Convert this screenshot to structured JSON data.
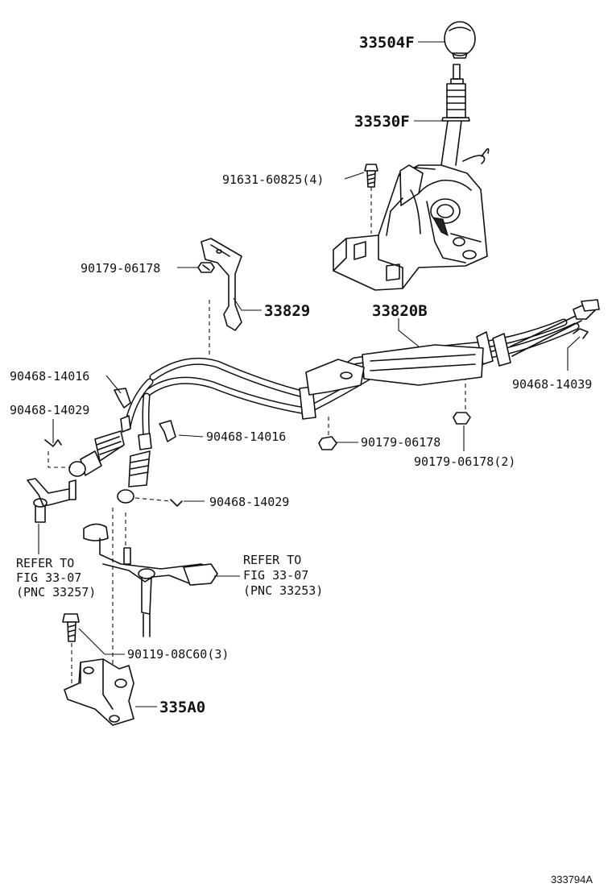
{
  "diagram_id": "333794A",
  "labels": {
    "knob": "33504F",
    "shift_lever": "33530F",
    "bolt_upper": "91631-60825(4)",
    "nut_bracket": "90179-06178",
    "bracket": "33829",
    "cable_assembly": "33820B",
    "clip_left_a": "90468-14016",
    "pin_left_a": "90468-14029",
    "clip_mid": "90468-14016",
    "pin_mid": "90468-14029",
    "pin_right": "90468-14039",
    "nut_mid": "90179-06178",
    "nut_right": "90179-06178(2)",
    "refer_left": [
      "REFER TO",
      "FIG 33-07",
      "(PNC 33257)"
    ],
    "refer_right": [
      "REFER TO",
      "FIG 33-07",
      "(PNC 33253)"
    ],
    "bolt_lower": "90119-08C60(3)",
    "support_bracket": "335A0"
  }
}
